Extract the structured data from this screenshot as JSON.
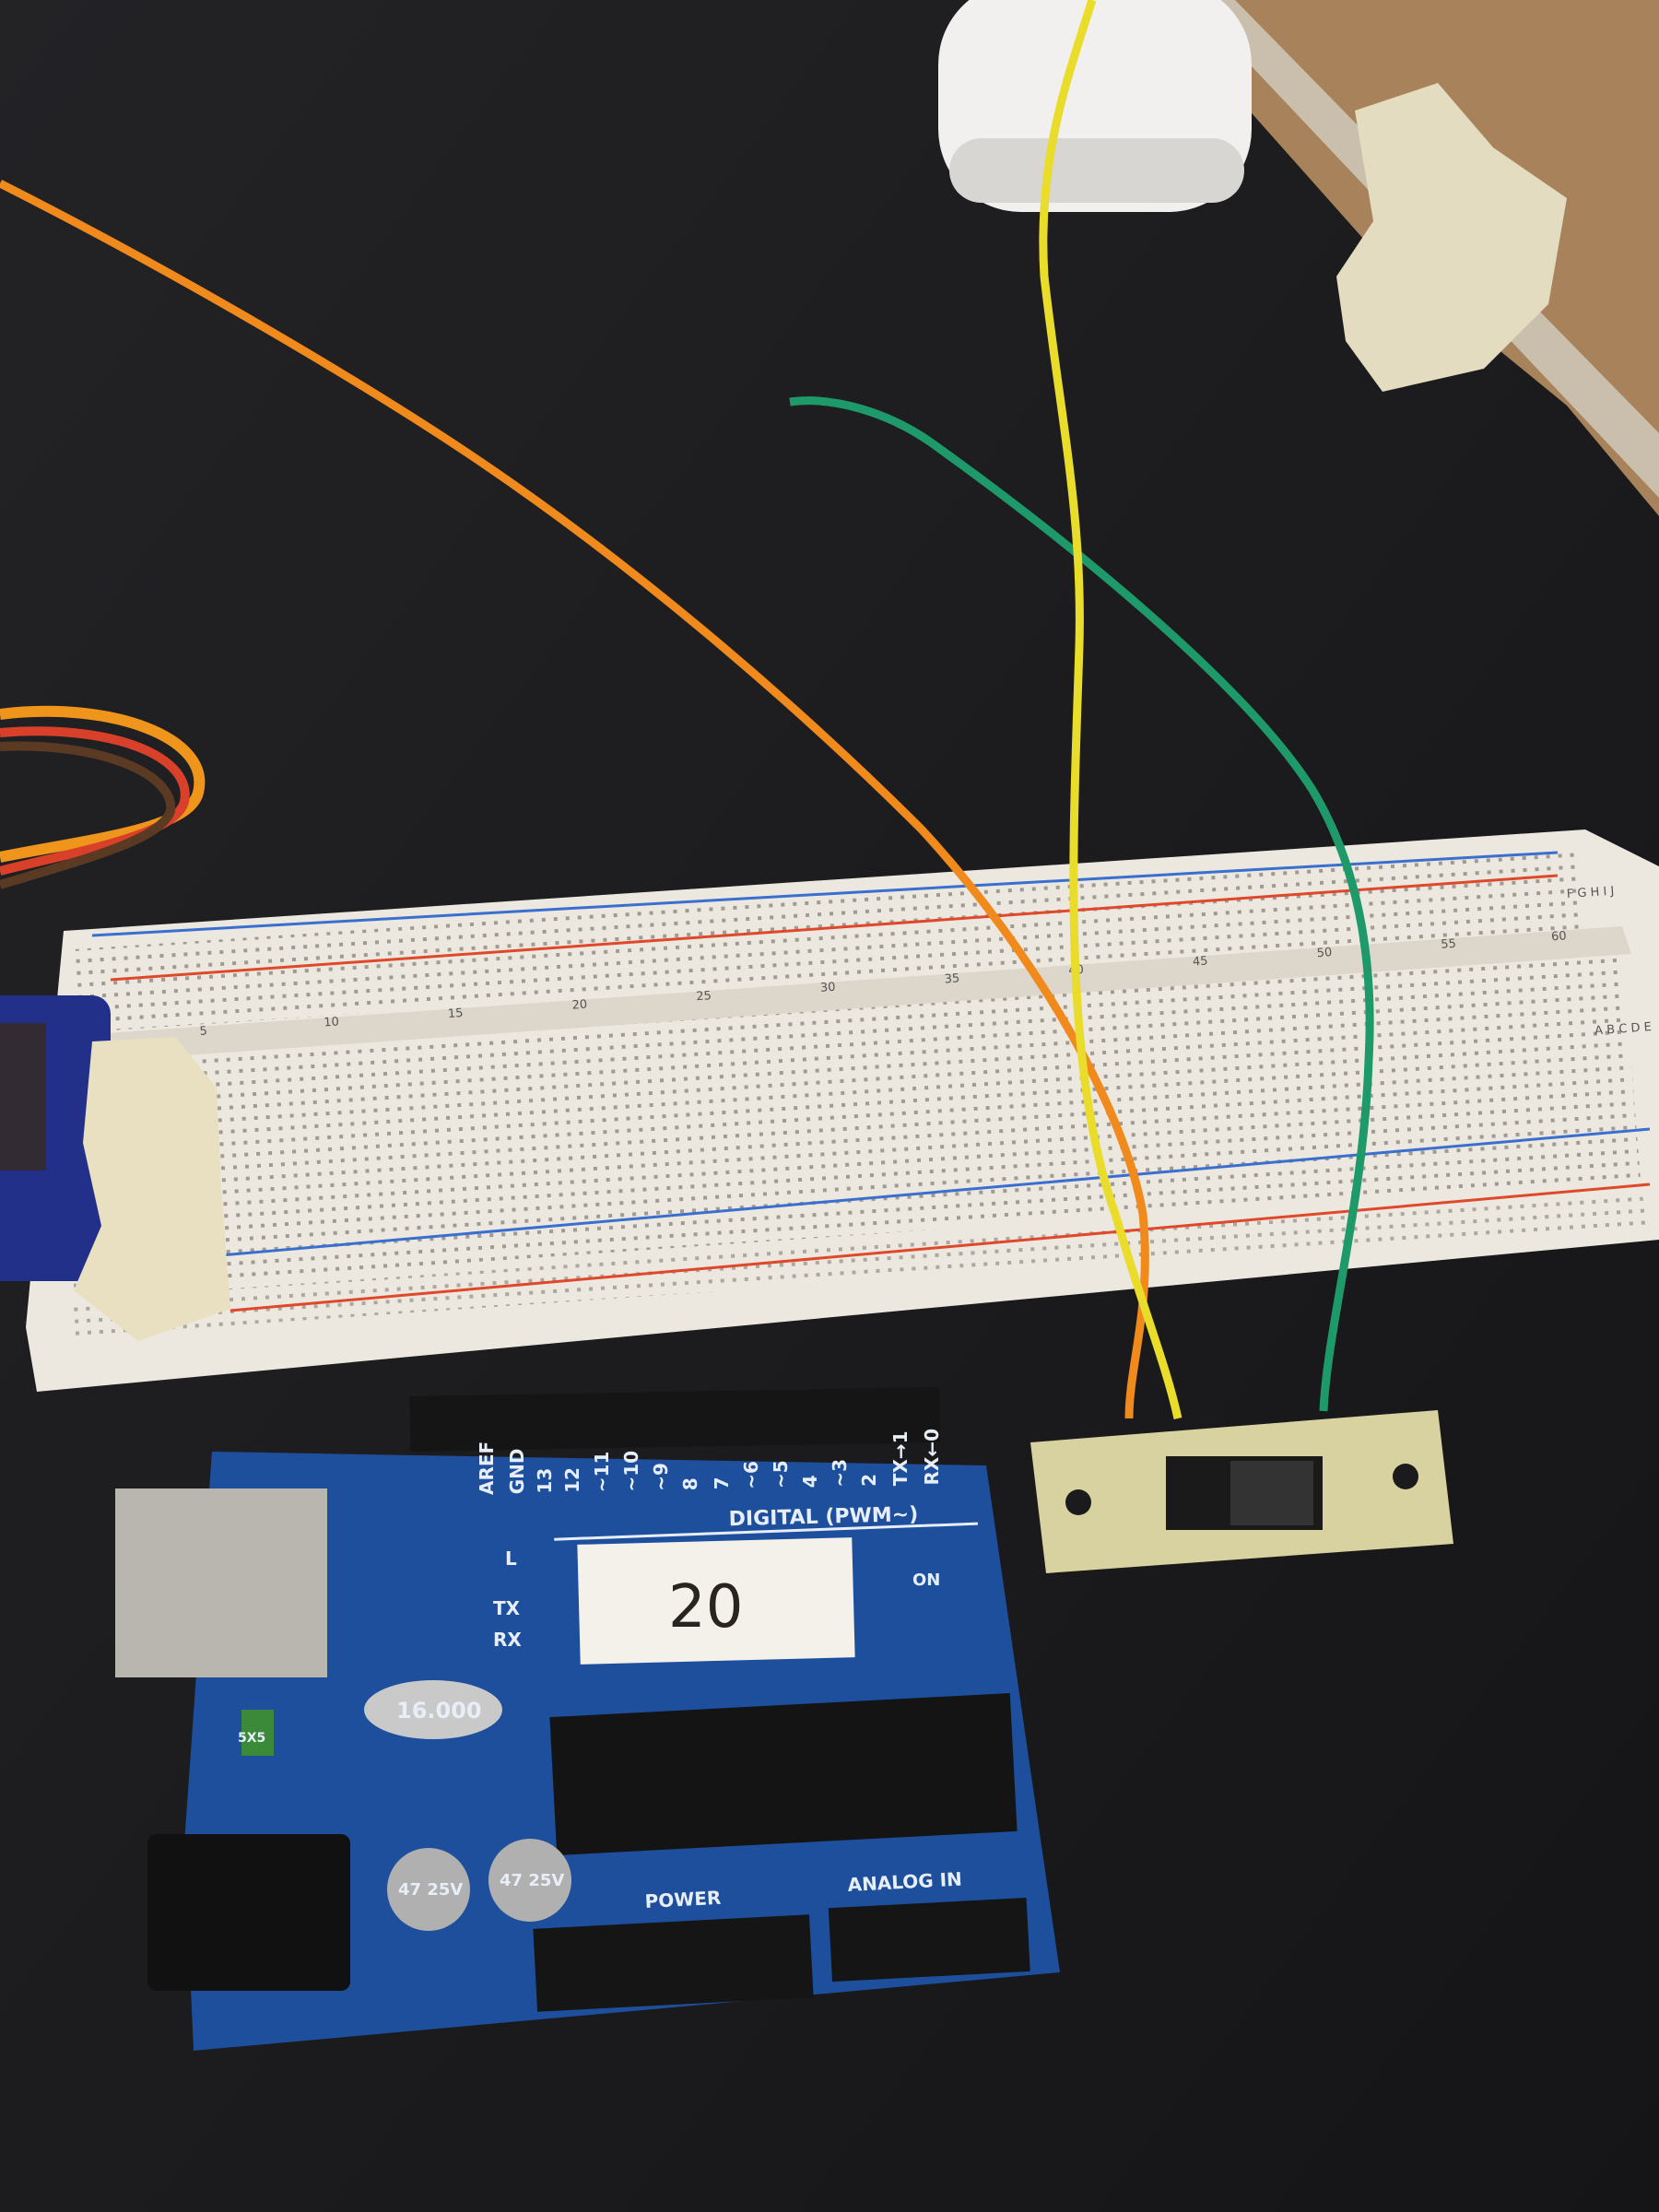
{
  "scene": {
    "colors": {
      "desk": "#1b1b1d",
      "breadboard": "#ece8df",
      "pcb": "#1d4f9c",
      "wire_orange": "#f08a1c",
      "wire_yellow": "#e9dc2a",
      "wire_green": "#1e9a6a",
      "rail_red": "#e0482c",
      "rail_blue": "#3a6fd0"
    },
    "arduino": {
      "sticker_label": "20",
      "section_digital": "DIGITAL (PWM~)",
      "pins": [
        "AREF",
        "GND",
        "13",
        "12",
        "~11",
        "~10",
        "~9",
        "8",
        "7",
        "~6",
        "~5",
        "4",
        "~3",
        "2",
        "TX→1",
        "RX←0"
      ],
      "led_labels": [
        "L",
        "TX",
        "RX",
        "ON"
      ],
      "crystal": "16.000",
      "fuse": "5X5",
      "capacitor": "47 25V",
      "power_label": "POWER",
      "analog_label": "ANALOG IN"
    },
    "breadboard": {
      "column_numbers": [
        "5",
        "10",
        "15",
        "20",
        "25",
        "30",
        "35",
        "40",
        "45",
        "50",
        "55",
        "60"
      ],
      "row_letters_top": "F G H I J",
      "row_letters_bottom": "A B C D E"
    }
  }
}
